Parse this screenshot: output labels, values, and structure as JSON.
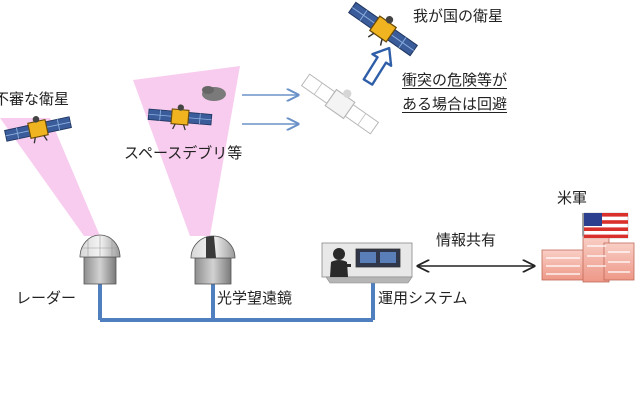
{
  "labels": {
    "our_satellite": "我が国の衛星",
    "suspicious_satellite": "不審な衛星",
    "space_debris": "スペースデブリ等",
    "avoidance_line1": "衝突の危険等が",
    "avoidance_line2": "ある場合は回避",
    "us_military": "米軍",
    "info_sharing": "情報共有",
    "radar": "レーダー",
    "optical_telescope": "光学望遠鏡",
    "operation_system": "運用システム"
  },
  "colors": {
    "beam": "#f7c6ec",
    "connector": "#4f7fbf",
    "arrow": "#6b92c8",
    "avoid_arrow": "#2f5ea8",
    "building": "#f2a89a",
    "flag_red": "#d9302b",
    "flag_blue": "#2c3f8f"
  },
  "icons": {
    "satellite": "satellite-icon",
    "debris": "debris-icon",
    "radar_dome": "radar-dome-icon",
    "telescope_dome": "observatory-dome-icon",
    "operator": "operator-console-icon",
    "base": "military-base-icon",
    "flag": "us-flag-icon"
  }
}
